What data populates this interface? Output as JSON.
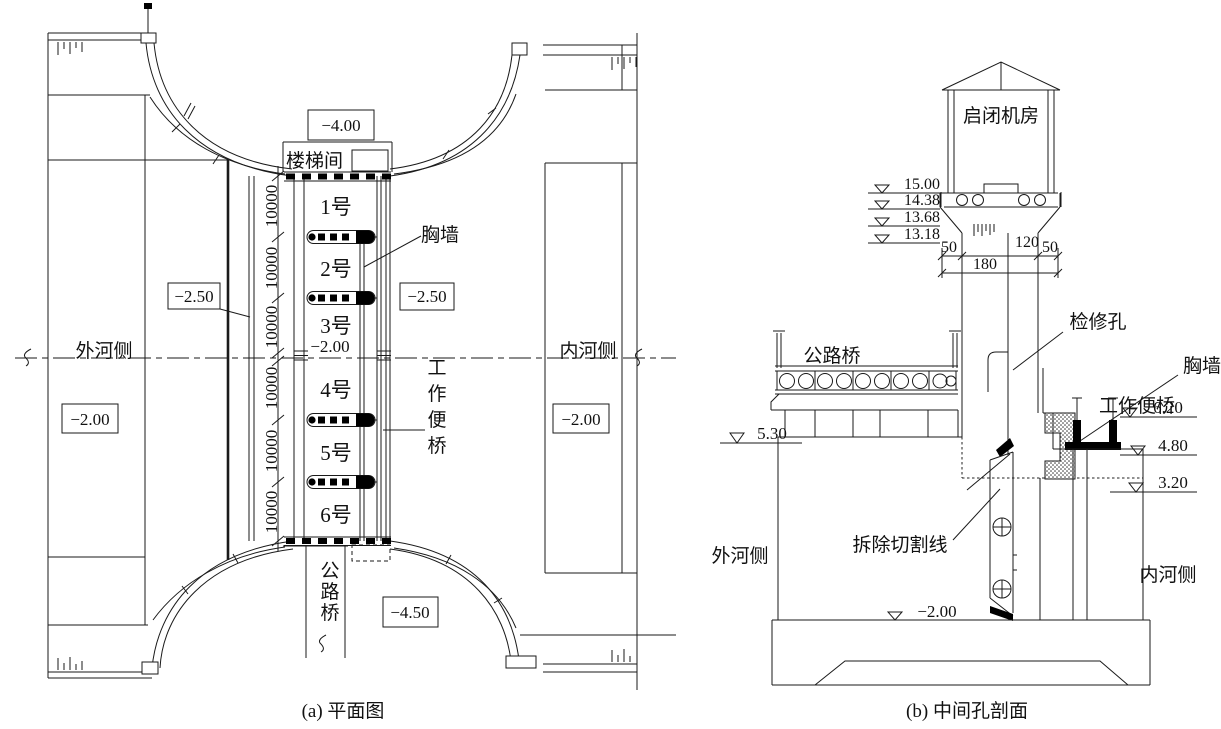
{
  "captions": {
    "plan": "(a) 平面图",
    "section": "(b) 中间孔剖面"
  },
  "plan": {
    "gates": [
      "1号",
      "2号",
      "3号",
      "4号",
      "5号",
      "6号"
    ],
    "gate3_level": "−2.00",
    "dim_label": "10000",
    "stairwell": "楼梯间",
    "breast_wall": "胸墙",
    "outer_river": "外河侧",
    "inner_river": "内河侧",
    "work_bridge": "工作便桥",
    "road_bridge": "公路桥",
    "levels": {
      "top": "−4.00",
      "mid_left": "−2.50",
      "mid_right": "−2.50",
      "left": "−2.00",
      "right": "−2.00",
      "bottom": "−4.50"
    }
  },
  "section": {
    "hoist_room": "启闭机房",
    "road_bridge": "公路桥",
    "inspection_hole": "检修孔",
    "breast_wall": "胸墙",
    "work_bridge": "工作便桥",
    "cut_line": "拆除切割线",
    "outer_river": "外河侧",
    "inner_river": "内河侧",
    "levels_left": [
      "15.00",
      "14.38",
      "13.68",
      "13.18"
    ],
    "level_bridge": "5.30",
    "levels_right": [
      "6.20",
      "4.80",
      "3.20"
    ],
    "level_bottom": "−2.00",
    "dims": {
      "a": "50",
      "b": "120",
      "c": "50",
      "total": "180"
    }
  }
}
